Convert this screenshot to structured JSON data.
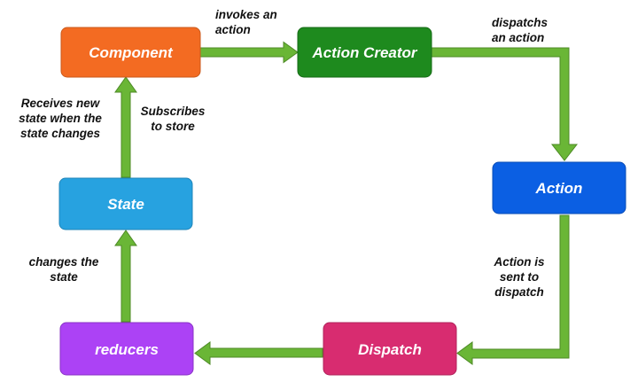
{
  "nodes": {
    "component": {
      "label": "Component",
      "fill": "#f36b22",
      "stroke": "#c95a1c"
    },
    "action_creator": {
      "label": "Action Creator",
      "fill": "#1e8a1e",
      "stroke": "#166a16"
    },
    "action": {
      "label": "Action",
      "fill": "#0b5fe3",
      "stroke": "#0a4cb6"
    },
    "dispatch": {
      "label": "Dispatch",
      "fill": "#d82c70",
      "stroke": "#b0235b"
    },
    "reducers": {
      "label": "reducers",
      "fill": "#ac42f5",
      "stroke": "#8a33c6"
    },
    "state": {
      "label": "State",
      "fill": "#27a2e0",
      "stroke": "#1f84b8"
    }
  },
  "edges": {
    "component_to_action_creator": {
      "line1": "invokes an",
      "line2": "action"
    },
    "action_creator_to_action": {
      "line1": "dispatchs",
      "line2": "an action"
    },
    "action_to_dispatch": {
      "line1": "Action is",
      "line2": "sent to",
      "line3": "dispatch"
    },
    "reducers_to_state": {
      "line1": "changes the",
      "line2": "state"
    },
    "state_to_component_receive": {
      "line1": "Receives new",
      "line2": "state when the",
      "line3": "state changes"
    },
    "state_to_component_subscribe": {
      "line1": "Subscribes",
      "line2": "to store"
    }
  },
  "colors": {
    "arrow_fill": "#6ab636",
    "arrow_stroke": "#4d8a26"
  }
}
